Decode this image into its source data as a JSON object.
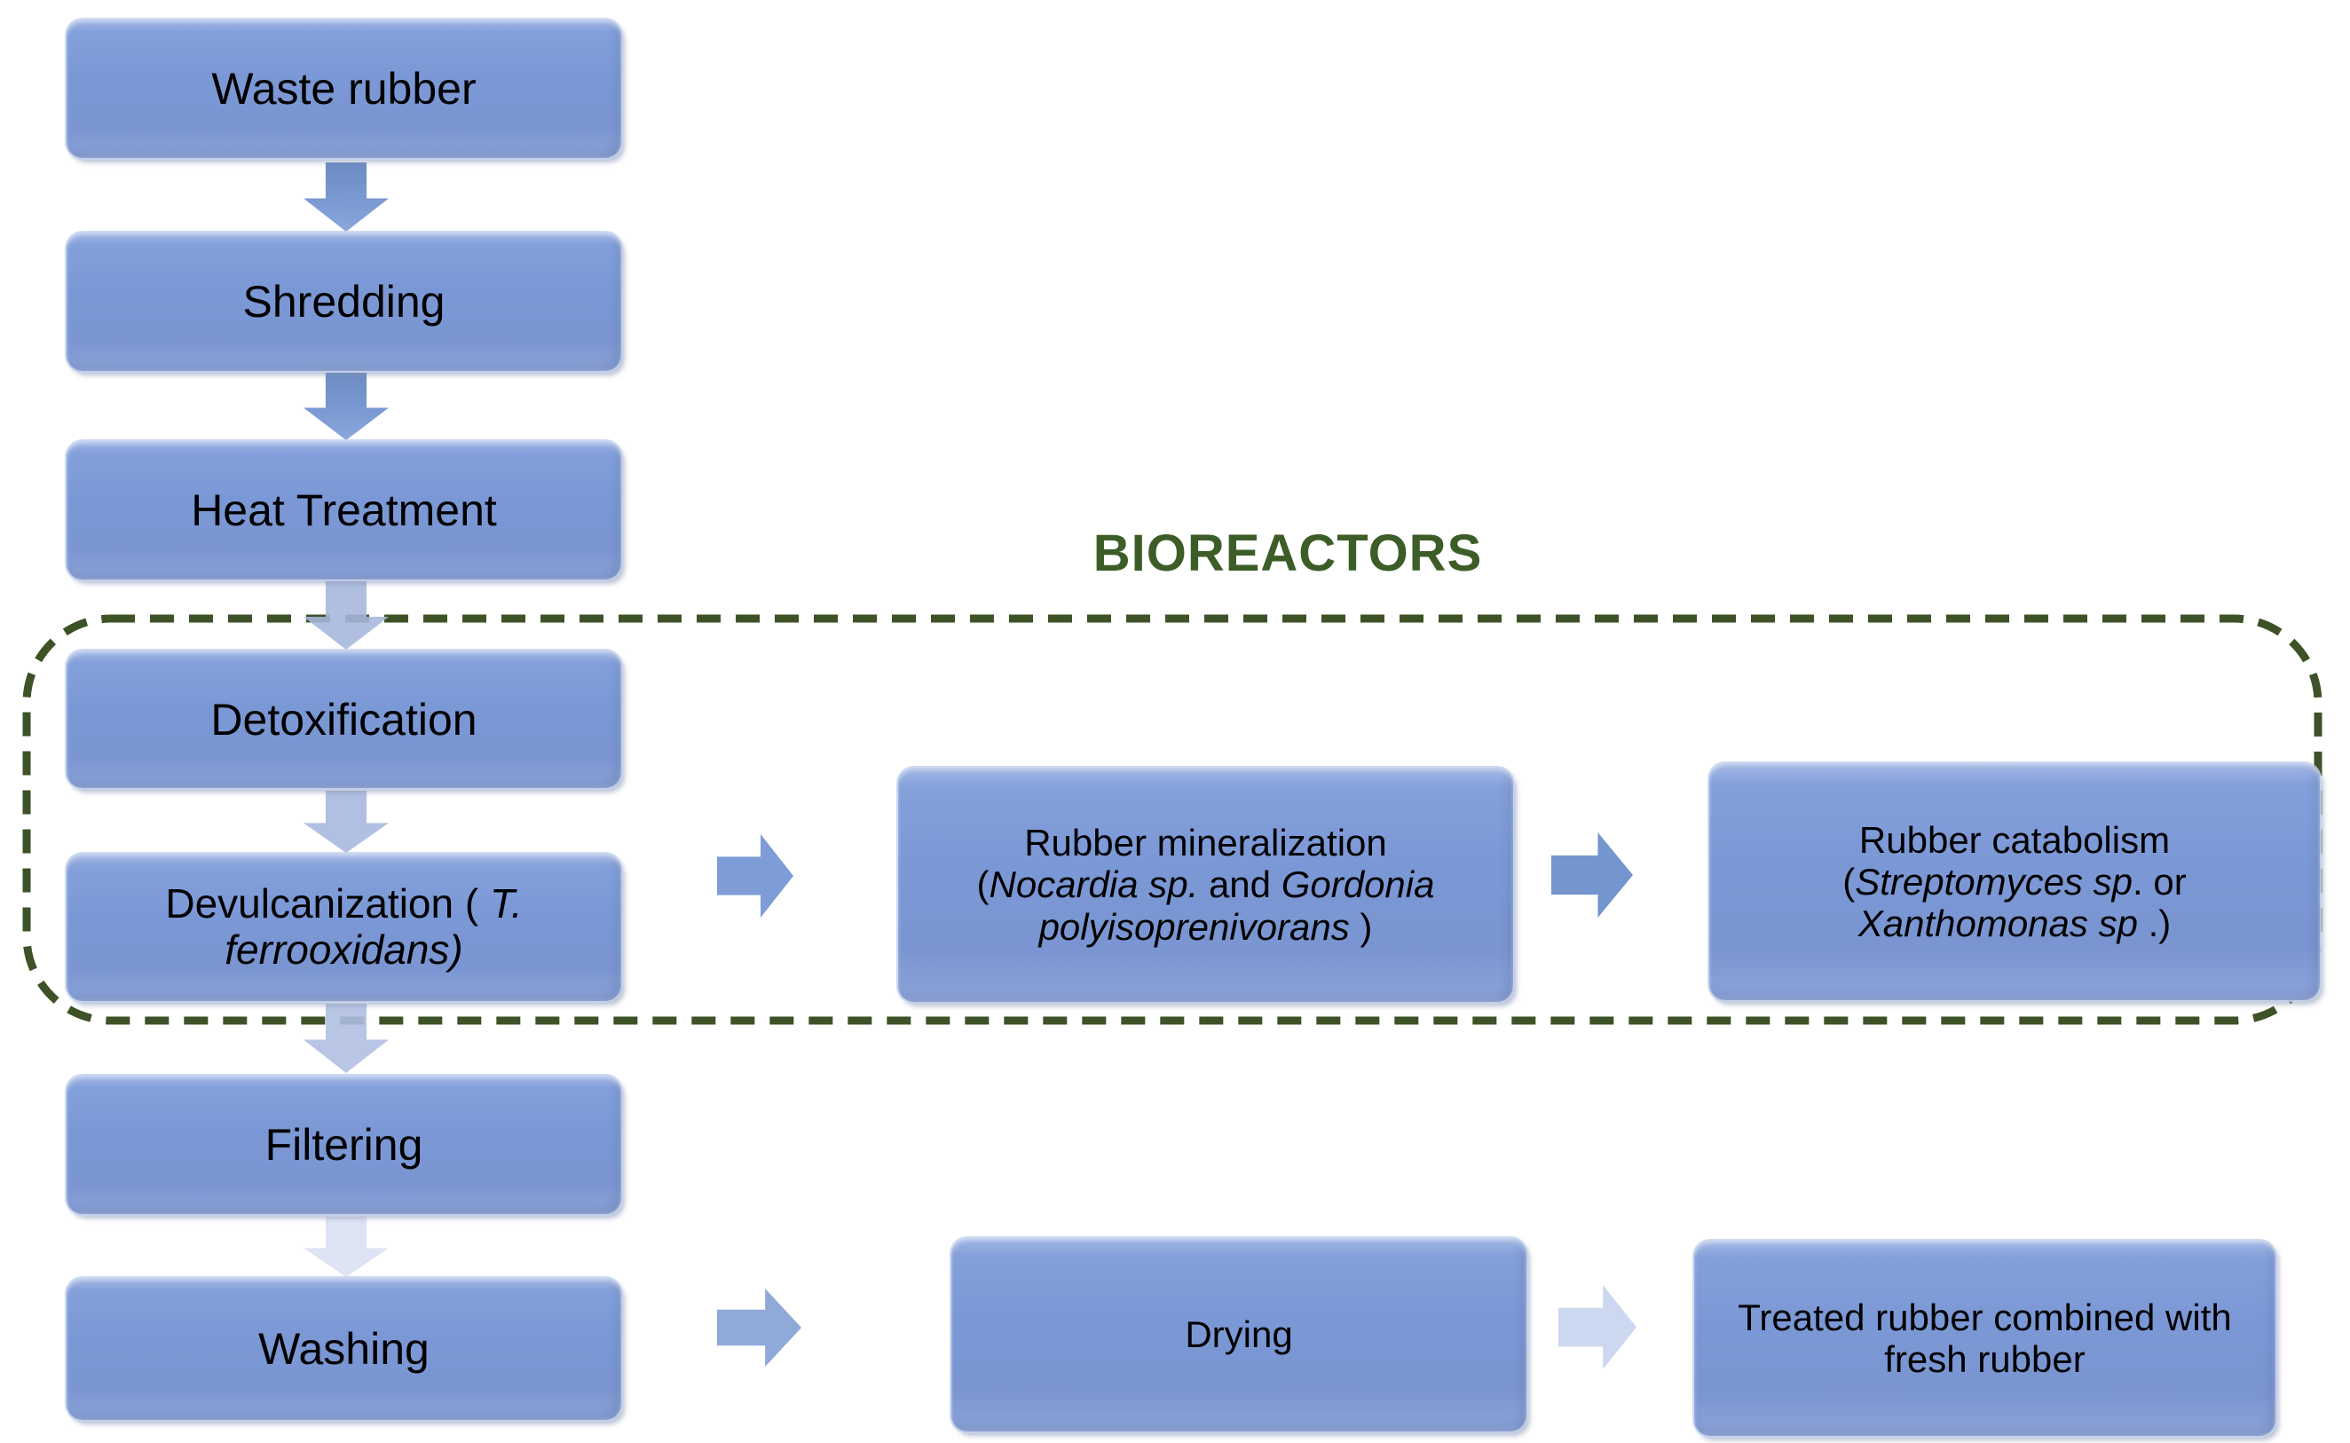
{
  "title": {
    "bioreactors_label": "BIOREACTORS"
  },
  "colors": {
    "box_fill_blue": "#7b98d6",
    "box_edge_light": "#c4d1ee",
    "dash_green": "#3d5226",
    "title_green": "#3c5d28",
    "arrow_medium_blue": "#7b99d2",
    "arrow_pale_blue": "#b1bfe2",
    "arrow_very_pale_blue": "#dee4f4",
    "text_black": "#000000"
  },
  "flow_left": {
    "waste": {
      "label": "Waste rubber"
    },
    "shredding": {
      "label": "Shredding"
    },
    "heat": {
      "label": "Heat Treatment"
    },
    "detox": {
      "label": "Detoxification"
    },
    "devulc": {
      "prefix": "Devulcanization ( ",
      "species": "T. ferrooxidans)"
    },
    "filtering": {
      "label": "Filtering"
    },
    "washing": {
      "label": "Washing"
    }
  },
  "bioreactor_row": {
    "mineralization": {
      "line1": "Rubber mineralization",
      "open": "(",
      "species1": "Nocardia sp.",
      "mid": " and ",
      "species2": "Gordonia polyisoprenivorans",
      "close": " )"
    },
    "catabolism": {
      "line1": "Rubber catabolism",
      "open": "(",
      "species1": "Streptomyces sp",
      "mid": ". or ",
      "species2": "Xanthomonas sp",
      "close": " .)"
    }
  },
  "bottom_row": {
    "drying": {
      "label": "Drying"
    },
    "treated": {
      "label": "Treated rubber combined with fresh rubber"
    }
  }
}
